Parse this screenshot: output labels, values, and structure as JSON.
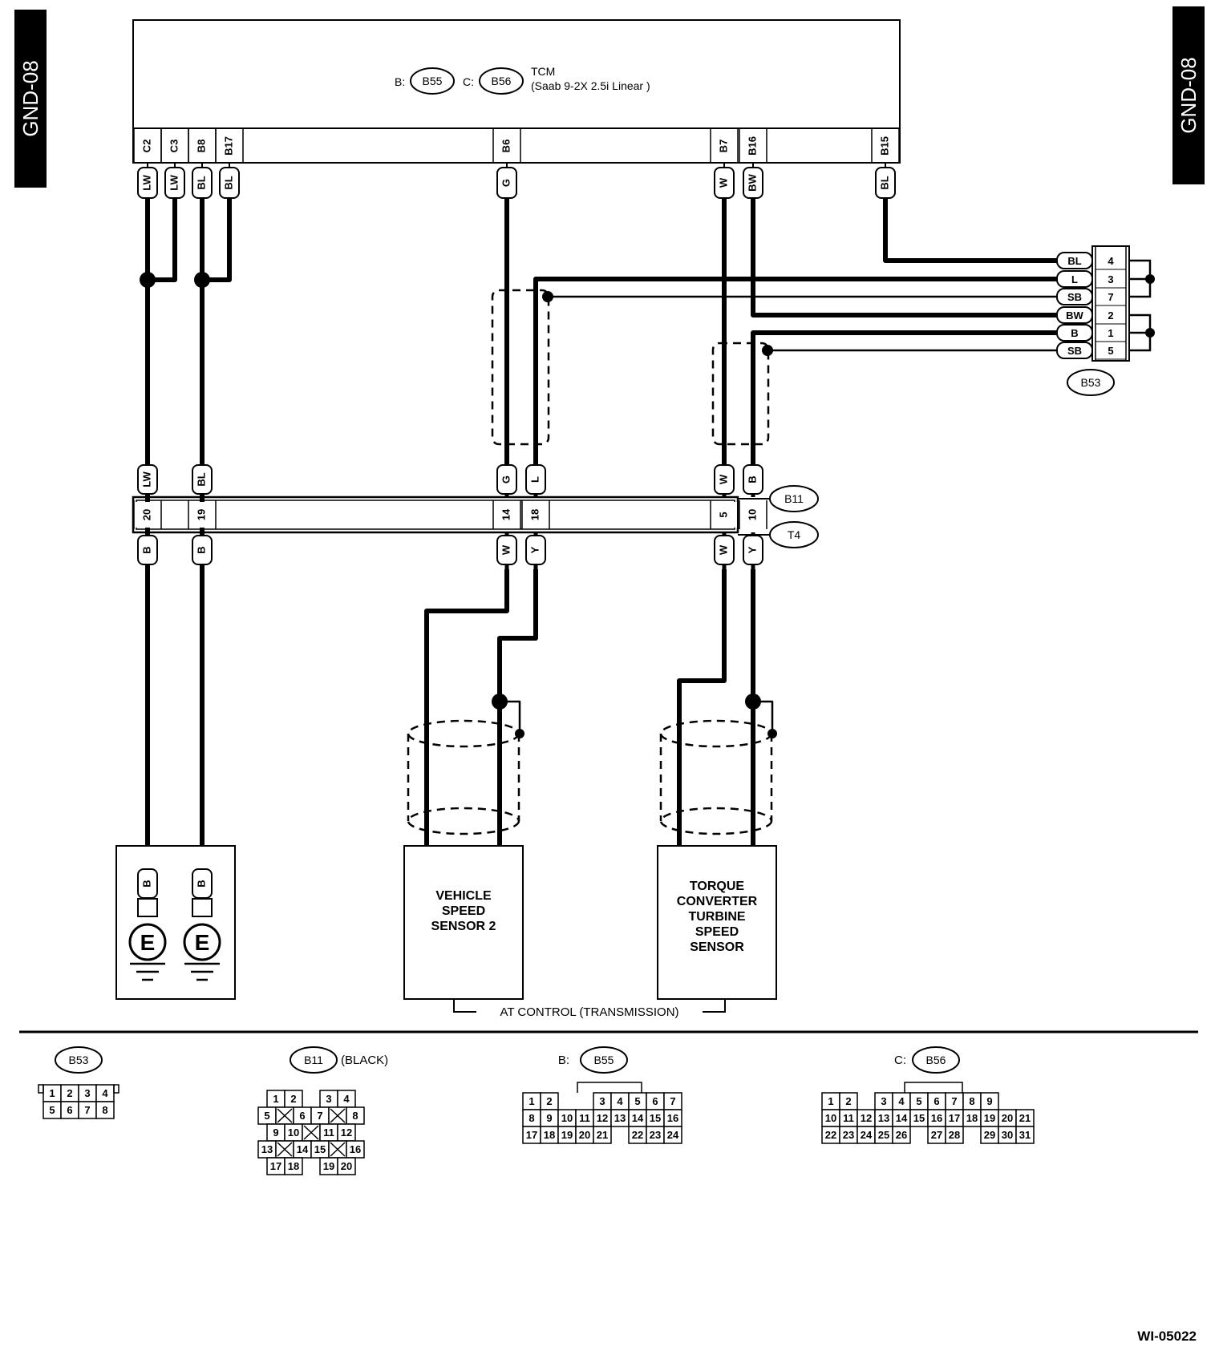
{
  "side_tabs": {
    "left": "GND-08",
    "right": "GND-08"
  },
  "tcm": {
    "label_b": "B:",
    "conn_b": "B55",
    "label_c": "C:",
    "conn_c": "B56",
    "title": "TCM",
    "subtitle": "(Saab 9-2X 2.5i Linear )"
  },
  "tcm_pins": [
    {
      "pin": "C2",
      "wire": "LW"
    },
    {
      "pin": "C3",
      "wire": "LW"
    },
    {
      "pin": "B8",
      "wire": "BL"
    },
    {
      "pin": "B17",
      "wire": "BL"
    },
    {
      "pin": "B6",
      "wire": "G"
    },
    {
      "pin": "B7",
      "wire": "W"
    },
    {
      "pin": "B16",
      "wire": "BW"
    },
    {
      "pin": "B15",
      "wire": "BL"
    }
  ],
  "b53_harness": {
    "name": "B53",
    "pins": [
      {
        "wire": "BL",
        "pin": "4"
      },
      {
        "wire": "L",
        "pin": "3"
      },
      {
        "wire": "SB",
        "pin": "7"
      },
      {
        "wire": "BW",
        "pin": "2"
      },
      {
        "wire": "B",
        "pin": "1"
      },
      {
        "wire": "SB",
        "pin": "5"
      }
    ]
  },
  "joint_connector": {
    "names": [
      "B11",
      "T4"
    ],
    "pins": [
      {
        "pin": "20",
        "upper": "LW",
        "lower": "B"
      },
      {
        "pin": "19",
        "upper": "BL",
        "lower": "B"
      },
      {
        "pin": "14",
        "upper": "G",
        "lower": "W"
      },
      {
        "pin": "18",
        "upper": "L",
        "lower": "Y"
      },
      {
        "pin": "5",
        "upper": "W",
        "lower": "W"
      },
      {
        "pin": "10",
        "upper": "B",
        "lower": "Y"
      }
    ]
  },
  "grounds": [
    {
      "wire": "B",
      "symbol": "E"
    },
    {
      "wire": "B",
      "symbol": "E"
    }
  ],
  "sensors": [
    {
      "lines": [
        "VEHICLE",
        "SPEED",
        "SENSOR 2"
      ]
    },
    {
      "lines": [
        "TORQUE",
        "CONVERTER",
        "TURBINE",
        "SPEED",
        "SENSOR"
      ]
    }
  ],
  "group_label": "AT CONTROL (TRANSMISSION)",
  "connector_views": {
    "b53": {
      "name": "B53",
      "rows": [
        [
          "1",
          "2",
          "3",
          "4"
        ],
        [
          "5",
          "6",
          "7",
          "8"
        ]
      ]
    },
    "b11": {
      "name": "B11",
      "note": "(BLACK)",
      "rows": [
        [
          "1",
          "2",
          "",
          "3",
          "4"
        ],
        [
          "5",
          "x",
          "6",
          "7",
          "x",
          "8"
        ],
        [
          "9",
          "10",
          "x",
          "11",
          "12"
        ],
        [
          "13",
          "x",
          "14",
          "15",
          "x",
          "16"
        ],
        [
          "17",
          "18",
          "",
          "19",
          "20"
        ]
      ]
    },
    "b55": {
      "prefix": "B:",
      "name": "B55",
      "rows": [
        [
          "1",
          "2",
          "",
          "",
          "3",
          "4",
          "5",
          "6",
          "7"
        ],
        [
          "8",
          "9",
          "10",
          "11",
          "12",
          "13",
          "14",
          "15",
          "16"
        ],
        [
          "17",
          "18",
          "19",
          "20",
          "21",
          "",
          "22",
          "23",
          "24"
        ]
      ]
    },
    "b56": {
      "prefix": "C:",
      "name": "B56",
      "rows": [
        [
          "1",
          "2",
          "",
          "3",
          "4",
          "5",
          "6",
          "7",
          "8",
          "9"
        ],
        [
          "10",
          "11",
          "12",
          "13",
          "14",
          "15",
          "16",
          "17",
          "18",
          "19",
          "20",
          "21"
        ],
        [
          "22",
          "23",
          "24",
          "25",
          "26",
          "",
          "27",
          "28",
          "",
          "29",
          "30",
          "31"
        ]
      ]
    }
  },
  "figure_id": "WI-05022"
}
